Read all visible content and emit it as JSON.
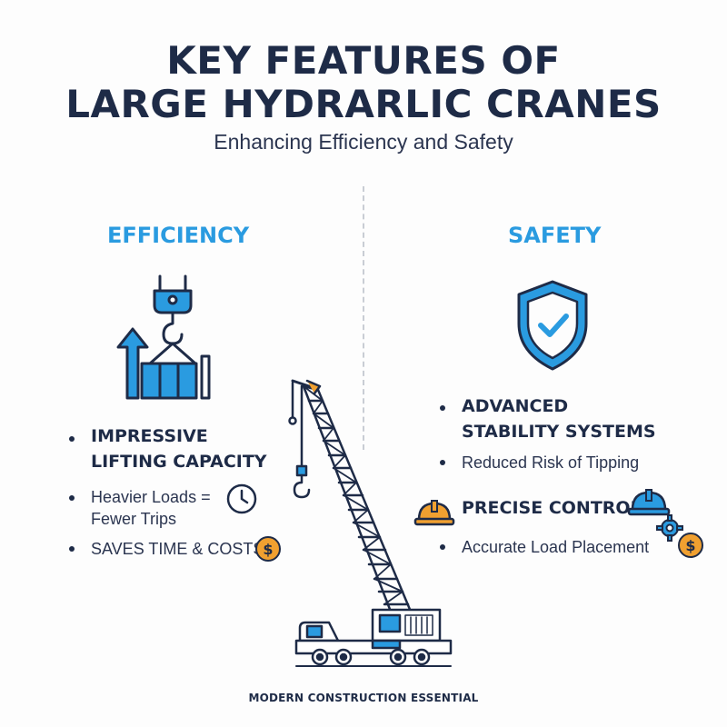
{
  "header": {
    "title_line1": "KEY FEATURES OF",
    "title_line2": "LARGE HYDRARLIC CRANES",
    "subtitle": "Enhancing Efficiency and Safety"
  },
  "efficiency": {
    "heading": "EFFICIENCY",
    "feature_line1": "IMPRESSIVE",
    "feature_line2": "LIFTING CAPACITY",
    "point1_line1": "Heavier Loads =",
    "point1_line2": "Fewer Trips",
    "point2": "SAVES TIME & COSTS"
  },
  "safety": {
    "heading": "SAFETY",
    "feature1_line1": "ADVANCED",
    "feature1_line2": "STABILITY SYSTEMS",
    "point1": "Reduced Risk of Tipping",
    "feature2": "PRECISE CONTROL",
    "point2": "Accurate Load Placement"
  },
  "footer": {
    "tagline": "MODERN CONSTRUCTION ESSENTIAL"
  },
  "colors": {
    "navy": "#1e2b47",
    "blue": "#2a9be0",
    "orange": "#f0a030"
  },
  "icons": [
    "crane-hook-lifting-icon",
    "shield-check-icon",
    "clock-icon",
    "dollar-coin-icon",
    "hard-hat-icon",
    "gear-icon",
    "crawler-crane-illustration"
  ]
}
